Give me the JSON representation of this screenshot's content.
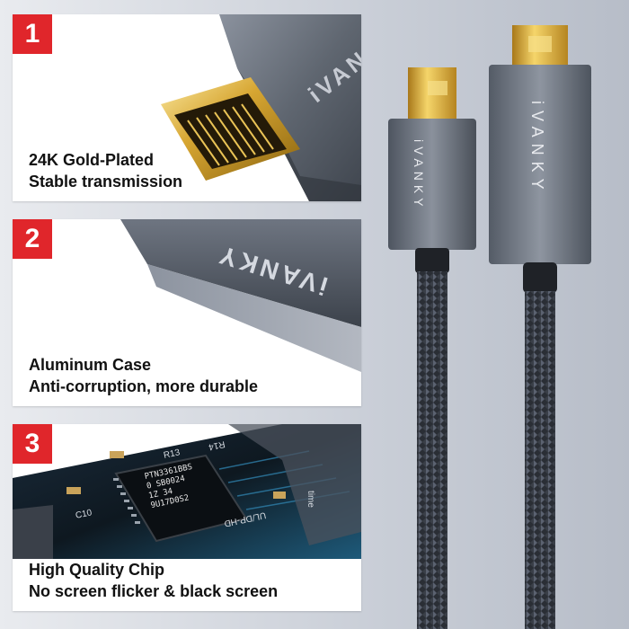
{
  "brand": "iVANKY",
  "panels": [
    {
      "number": "1",
      "line1": "24K Gold-Plated",
      "line2": "Stable transmission"
    },
    {
      "number": "2",
      "line1": "Aluminum Case",
      "line2": "Anti-corruption, more durable"
    },
    {
      "number": "3",
      "line1": "High Quality Chip",
      "line2": "No screen flicker & black screen"
    }
  ],
  "chip": {
    "line1": "PTN3361BBS",
    "line2": "0  SB0024",
    "line3": "1Z    34",
    "line4": "9U17D0S2"
  },
  "board_labels": {
    "r13": "R13",
    "r14": "R14",
    "c10": "C10",
    "ul": "UL/DP-HD",
    "time": "time"
  },
  "colors": {
    "badge": "#e0262b",
    "gold": "#d7a632",
    "aluminum": "#6f7784",
    "board": "#12181f"
  }
}
